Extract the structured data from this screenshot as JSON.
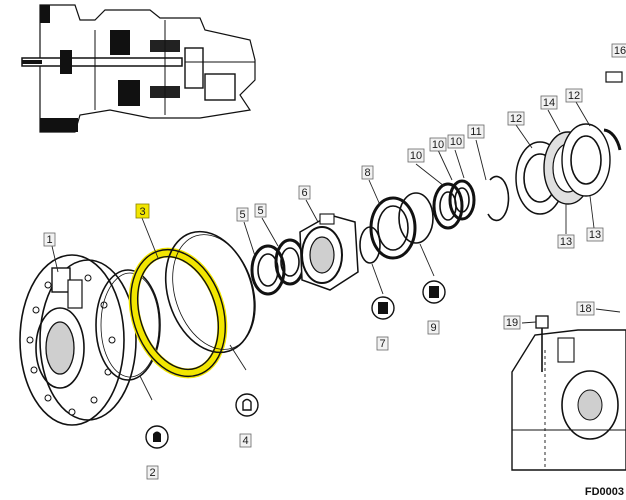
{
  "diagram": {
    "callouts": [
      {
        "key": "c1",
        "label": "1"
      },
      {
        "key": "c2",
        "label": "2"
      },
      {
        "key": "c3",
        "label": "3"
      },
      {
        "key": "c4",
        "label": "4"
      },
      {
        "key": "c5a",
        "label": "5"
      },
      {
        "key": "c5b",
        "label": "5"
      },
      {
        "key": "c6",
        "label": "6"
      },
      {
        "key": "c7",
        "label": "7"
      },
      {
        "key": "c8",
        "label": "8"
      },
      {
        "key": "c9",
        "label": "9"
      },
      {
        "key": "c10a",
        "label": "10"
      },
      {
        "key": "c10b",
        "label": "10"
      },
      {
        "key": "c10c",
        "label": "10"
      },
      {
        "key": "c11",
        "label": "11"
      },
      {
        "key": "c12a",
        "label": "12"
      },
      {
        "key": "c12b",
        "label": "12"
      },
      {
        "key": "c13a",
        "label": "13"
      },
      {
        "key": "c13b",
        "label": "13"
      },
      {
        "key": "c14",
        "label": "14"
      },
      {
        "key": "c16",
        "label": "16"
      },
      {
        "key": "c18",
        "label": "18"
      },
      {
        "key": "c19",
        "label": "19"
      }
    ],
    "highlighted_part": "3",
    "highlight_color": "#f2e600",
    "figure_code": "FD0003"
  }
}
